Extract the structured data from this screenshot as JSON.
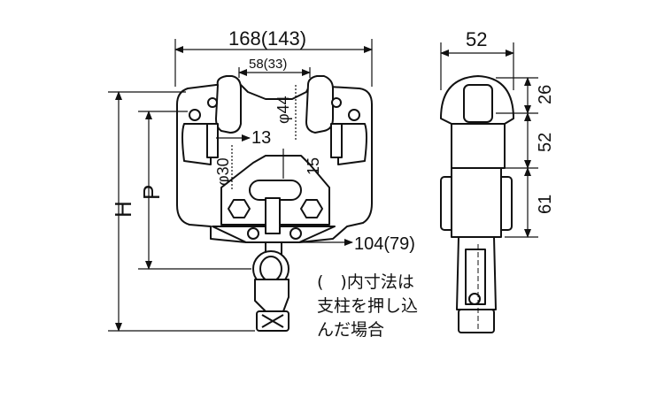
{
  "dimensions": {
    "width_total": "168(143)",
    "inner_width": "58(33)",
    "rod_dia": "φ44",
    "gap_13": "13",
    "pin_dia": "φ30",
    "gap_15": "15",
    "base_width": "104(79)",
    "height_label": "H",
    "pitch_label": "P",
    "side_width": "52",
    "side_26": "26",
    "side_52": "52",
    "side_61": "61"
  },
  "note": {
    "line1": "(　)内寸法は",
    "line2": "支柱を押し込",
    "line3": "んだ場合"
  }
}
